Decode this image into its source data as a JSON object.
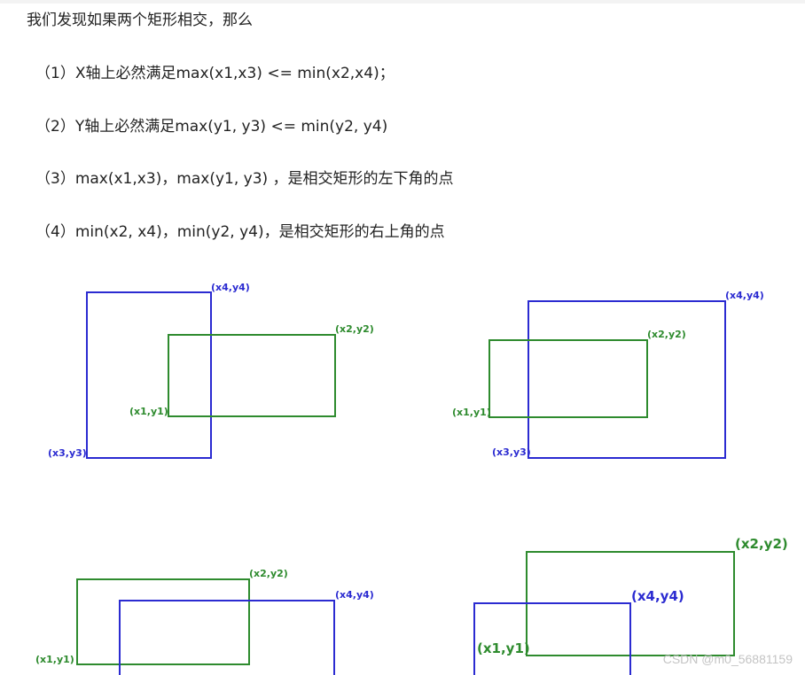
{
  "intro": "我们发现如果两个矩形相交，那么",
  "conditions": [
    "（1）X轴上必然满足max(x1,x3) <= min(x2,x4)；",
    "（2）Y轴上必然满足max(y1, y3) <= min(y2, y4)",
    "（3）max(x1,x3)，max(y1, y3) ，是相交矩形的左下角的点",
    "（4）min(x2, x4)，min(y2, y4)，是相交矩形的右上角的点"
  ],
  "figures": {
    "fig1": {
      "x4y4": "(x4,y4)",
      "x2y2": "(x2,y2)",
      "x1y1": "(x1,y1)",
      "x3y3": "(x3,y3)"
    },
    "fig2": {
      "x4y4": "(x4,y4)",
      "x2y2": "(x2,y2)",
      "x1y1": "(x1,y1)",
      "x3y3": "(x3,y3)"
    },
    "fig3": {
      "x2y2": "(x2,y2)",
      "x4y4": "(x4,y4)",
      "x1y1": "(x1,y1)"
    },
    "fig4": {
      "x2y2": "(x2,y2)",
      "x4y4": "(x4,y4)",
      "x1y1": "(x1,y1)"
    }
  },
  "colors": {
    "blue_rect": "#2b2bd1",
    "green_rect": "#2e8b2e"
  },
  "watermark": "CSDN @m0_56881159"
}
